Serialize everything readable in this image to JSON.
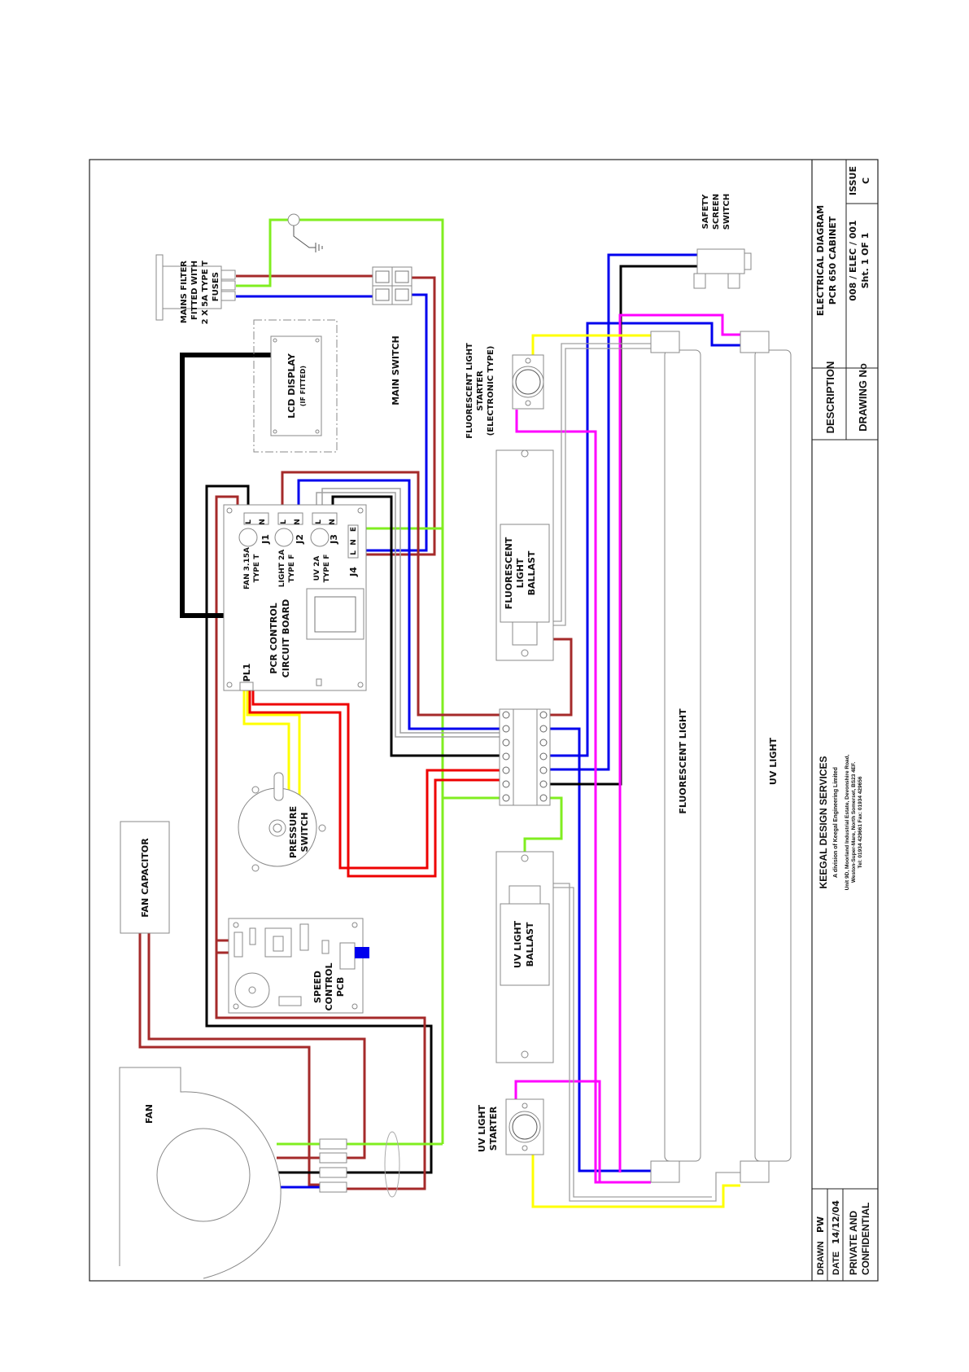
{
  "title_block": {
    "description_label": "DESCRIPTION",
    "description_line1": "ELECTRICAL DIAGRAM",
    "description_line2": "PCR 650 CABINET",
    "drawing_no_label": "DRAWING No",
    "drawing_no": "008 / ELEC / 001",
    "sheet": "Sht. 1 OF 1",
    "issue_label": "ISSUE",
    "issue": "C",
    "company_name": "KEEGAL DESIGN SERVICES",
    "company_division": "A division of Keegal Engineering Limited",
    "address_line1": "Unit 9D, Moorland Industrial Estate, Devonshire Road,",
    "address_line2": "Weston-Super-Mare, North Somerset, BS23 4EF.",
    "address_line3": "Tel: 01934 429661 Fax: 01934 429656",
    "drawn_label": "DRAWN",
    "drawn_by": "PW",
    "date_label": "DATE",
    "date": "14/12/04",
    "confidential_line1": "PRIVATE AND",
    "confidential_line2": "CONFIDENTIAL"
  },
  "components": {
    "mains_filter": [
      "MAINS FILTER",
      "FITTED WITH",
      "2 X 5A TYPE T",
      "FUSES"
    ],
    "main_switch": "MAIN SWITCH",
    "lcd_display": "LCD DISPLAY",
    "lcd_display_note": "(IF FITTED)",
    "pcb": [
      "PCR CONTROL",
      "CIRCUIT BOARD"
    ],
    "pcb_fuses": [
      {
        "line1": "FAN 3.15A",
        "line2": "TYPE T"
      },
      {
        "line1": "LIGHT 2A",
        "line2": "TYPE F"
      },
      {
        "line1": "UV 2A",
        "line2": "TYPE F"
      }
    ],
    "connectors": [
      "J1",
      "J2",
      "J3",
      "J4",
      "PL1"
    ],
    "pin_l": "L",
    "pin_n": "N",
    "pin_e": "E",
    "pressure_switch": [
      "PRESSURE",
      "SWITCH"
    ],
    "fan_capacitor": "FAN CAPACITOR",
    "speed_control": [
      "SPEED",
      "CONTROL",
      "PCB"
    ],
    "fan": "FAN",
    "fluorescent_starter": [
      "FLUORESCENT LIGHT",
      "STARTER",
      "(ELECTRONIC TYPE)"
    ],
    "fluorescent_ballast": [
      "FLUORESCENT",
      "LIGHT",
      "BALLAST"
    ],
    "uv_ballast": [
      "UV LIGHT",
      "BALLAST"
    ],
    "uv_starter": [
      "UV LIGHT",
      "STARTER"
    ],
    "safety_switch": [
      "SAFETY",
      "SCREEN",
      "SWITCH"
    ],
    "fluorescent_tube": "FLUORESCENT LIGHT",
    "uv_tube": "UV LIGHT"
  },
  "wire_colors": {
    "live_brown": "#a52a2a",
    "neutral_blue": "#0000ee",
    "earth_green": "#80ee20",
    "black": "#000000",
    "red": "#ee0000",
    "yellow": "#ffff00",
    "magenta": "#ff00ff",
    "grey": "#a0a0a0"
  }
}
